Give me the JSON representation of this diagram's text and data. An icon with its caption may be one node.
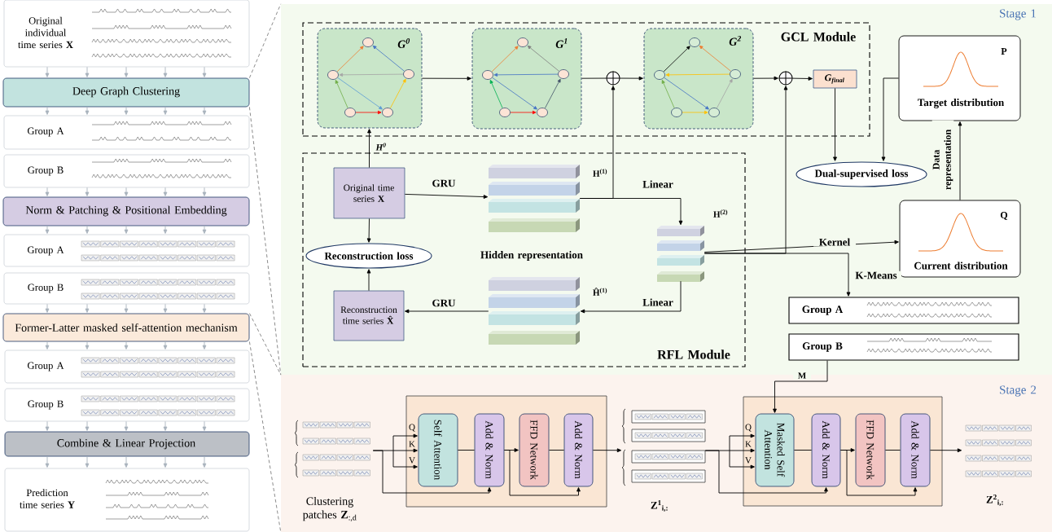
{
  "diagram": {
    "nodes": [
      {
        "text": [
          "Original individual time series **X**"
        ]
      },
      {
        "text": [
          "Deep Graph Clustering"
        ]
      },
      {
        "text": [
          "Group A"
        ]
      },
      {
        "text": [
          "Group B"
        ]
      },
      {
        "text": [
          "Norm & Patching & Positional Embedding"
        ]
      },
      {
        "text": [
          "Group A"
        ]
      },
      {
        "text": [
          "Group B"
        ]
      },
      {
        "text": [
          "Former-Latter masked self-attention mechanism"
        ]
      },
      {
        "text": [
          "Group A"
        ]
      },
      {
        "text": [
          "Group B"
        ]
      },
      {
        "text": [
          "Combine & Linear Projection"
        ]
      },
      {
        "text": [
          "Prediction time series **Y**"
        ]
      },
      {
        "text": [
          "Stage 1"
        ]
      },
      {
        "text": [
          "GCL Module"
        ],
        "in": 12
      },
      {
        "text": [
          "G$^{0}$"
        ],
        "in": 13
      },
      {
        "text": [
          "G$^{1}$"
        ],
        "in": 13
      },
      {
        "text": [
          "G$^{2}$"
        ],
        "in": 13
      },
      {
        "text": [],
        "shape": "circle",
        "in": 13
      },
      {
        "text": [],
        "shape": "circle",
        "in": 13
      },
      {
        "text": [
          "G$_{final}$"
        ],
        "in": 13
      },
      {
        "text": [
          "RFL Module"
        ],
        "in": 12
      },
      {
        "text": [
          "Original time series **X**"
        ],
        "in": 20
      },
      {
        "text": [
          "Reconstruction loss"
        ],
        "in": 20
      },
      {
        "text": [
          "Reconstruction time series **X̂**"
        ],
        "in": 20
      },
      {
        "text": [],
        "shape": "picture",
        "beside": [
          "H$^{(1)}$"
        ],
        "in": 20
      },
      {
        "text": [],
        "shape": "picture",
        "beside": [
          "H$^{(2)}$"
        ],
        "in": 20
      },
      {
        "text": [],
        "shape": "picture",
        "beside": [
          "Ĥ$^{(1)}$"
        ],
        "in": 20
      },
      {
        "text": [
          "Dual-supervised loss"
        ],
        "in": 12
      },
      {
        "text": [
          "P",
          "Target distribution"
        ],
        "in": 12
      },
      {
        "text": [
          "Q",
          "Current distribution"
        ],
        "in": 12
      },
      {
        "text": [
          "Group A"
        ],
        "in": 12
      },
      {
        "text": [
          "Group B"
        ],
        "in": 12
      },
      {
        "text": [
          "Stage 2"
        ]
      },
      {
        "text": [],
        "shape": "picture",
        "beside": [
          "Clustering patches **Z**$_{:,d}$"
        ],
        "in": 32
      },
      {
        "text": [],
        "shape": "box",
        "in": 32
      },
      {
        "text": [
          "Self Attention"
        ],
        "in": 34
      },
      {
        "text": [
          "Add & Norm"
        ],
        "in": 34
      },
      {
        "text": [
          "FFD Network"
        ],
        "in": 34
      },
      {
        "text": [
          "Add & Norm"
        ],
        "in": 34
      },
      {
        "text": [],
        "shape": "picture",
        "beside": [
          "Z$^{1}$$_{i,:}$"
        ],
        "in": 32
      },
      {
        "text": [],
        "shape": "box",
        "in": 32
      },
      {
        "text": [
          "Masked Self Attention"
        ],
        "in": 40
      },
      {
        "text": [
          "Add & Norm"
        ],
        "in": 40
      },
      {
        "text": [
          "FFD Network"
        ],
        "in": 40
      },
      {
        "text": [
          "Add & Norm"
        ],
        "in": 40
      },
      {
        "text": [],
        "shape": "picture",
        "beside": [
          "Z$^{2}$$_{i,:}$"
        ],
        "in": 32
      }
    ],
    "edges": [
      {
        "from": 0,
        "to": 1,
        "arrow": "to",
        "color": "#a9b3bd"
      },
      {
        "from": 1,
        "to": 2,
        "arrow": "to",
        "color": "#a9b3bd"
      },
      {
        "from": 3,
        "to": 4,
        "arrow": "to",
        "color": "#a9b3bd"
      },
      {
        "from": 4,
        "to": 5,
        "arrow": "to",
        "color": "#a9b3bd"
      },
      {
        "from": 6,
        "to": 7,
        "arrow": "to",
        "color": "#a9b3bd"
      },
      {
        "from": 7,
        "to": 8,
        "arrow": "to",
        "color": "#a9b3bd"
      },
      {
        "from": 9,
        "to": 10,
        "arrow": "to",
        "color": "#a9b3bd"
      },
      {
        "from": 10,
        "to": 11,
        "arrow": "to",
        "color": "#a9b3bd"
      },
      {
        "from": 1,
        "to": 12,
        "arrow": "none",
        "style": "dashed",
        "color": "#7f7f7f"
      },
      {
        "from": 7,
        "to": 32,
        "arrow": "none",
        "style": "dashed",
        "color": "#7f7f7f"
      },
      {
        "from": 14,
        "to": 15,
        "arrow": "to"
      },
      {
        "from": 15,
        "to": 17,
        "arrow": "none"
      },
      {
        "from": 17,
        "to": 16,
        "arrow": "to"
      },
      {
        "from": 16,
        "to": 18,
        "arrow": "to"
      },
      {
        "from": 18,
        "to": 19,
        "arrow": "to"
      },
      {
        "from": 24,
        "to": 17,
        "arrow": "to"
      },
      {
        "from": 21,
        "to": 14,
        "arrow": "to",
        "label": "H$^{0}$"
      },
      {
        "from": 21,
        "to": 24,
        "arrow": "to",
        "label": "GRU"
      },
      {
        "from": 21,
        "to": 22,
        "arrow": "to"
      },
      {
        "from": 23,
        "to": 22,
        "arrow": "to"
      },
      {
        "from": 24,
        "to": 25,
        "arrow": "to",
        "label": "Linear"
      },
      {
        "from": 25,
        "to": 26,
        "arrow": "to",
        "label": "Linear"
      },
      {
        "from": 26,
        "to": 23,
        "arrow": "to",
        "label": "GRU"
      },
      {
        "from": 25,
        "to": 18,
        "arrow": "to"
      },
      {
        "from": 25,
        "to": 29,
        "arrow": "to",
        "label": "Kernel"
      },
      {
        "from": 25,
        "to": 30,
        "arrow": "to",
        "label": "K-Means"
      },
      {
        "from": 19,
        "to": 27,
        "arrow": "to"
      },
      {
        "from": 28,
        "to": 27,
        "arrow": "to"
      },
      {
        "from": 29,
        "to": 28,
        "arrow": "to",
        "label": "Data representation"
      },
      {
        "from": 31,
        "to": 41,
        "arrow": "to",
        "label": "M"
      },
      {
        "from": 33,
        "to": 35,
        "arrow": "to"
      },
      {
        "from": 33,
        "to": 36,
        "arrow": "to"
      },
      {
        "from": 35,
        "to": 36,
        "arrow": "none"
      },
      {
        "from": 36,
        "to": 37,
        "arrow": "to"
      },
      {
        "from": 37,
        "to": 38,
        "arrow": "none"
      },
      {
        "from": 36,
        "to": 38,
        "arrow": "to"
      },
      {
        "from": 38,
        "to": 39,
        "arrow": "to"
      },
      {
        "from": 39,
        "to": 41,
        "arrow": "to"
      },
      {
        "from": 39,
        "to": 42,
        "arrow": "to"
      },
      {
        "from": 41,
        "to": 42,
        "arrow": "none"
      },
      {
        "from": 42,
        "to": 43,
        "arrow": "to"
      },
      {
        "from": 43,
        "to": 44,
        "arrow": "none"
      },
      {
        "from": 42,
        "to": 44,
        "arrow": "to"
      },
      {
        "from": 44,
        "to": 45,
        "arrow": "to"
      },
      {
        "from": 1,
        "to": 12,
        "arrow": "none",
        "style": "dashed",
        "color": "#7f7f7f"
      },
      {
        "from": 7,
        "to": 32,
        "arrow": "none",
        "style": "dashed",
        "color": "#7f7f7f"
      }
    ],
    "labels": [
      "Hidden representation",
      "Q",
      "K",
      "V",
      "Q",
      "K",
      "V"
    ]
  }
}
